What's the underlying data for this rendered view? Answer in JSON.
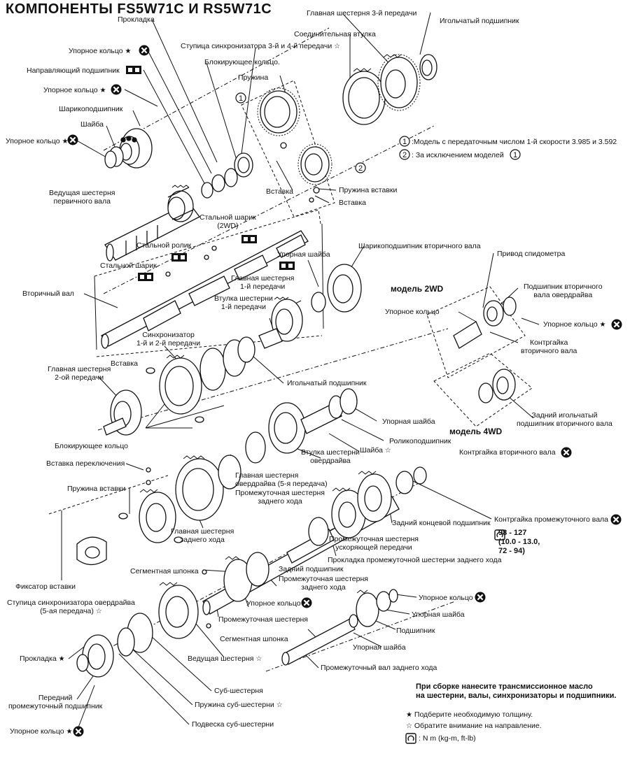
{
  "title": "КОМПОНЕНТЫ FS5W71C И RS5W71C",
  "callouts": {
    "gasket_top": "Прокладка",
    "snap_ring_1": "Упорное кольцо",
    "pilot_bearing": "Направляющий подшипник",
    "snap_ring_2": "Упорное кольцо",
    "ball_bearing": "Шарикоподшипник",
    "washer": "Шайба",
    "snap_ring_3": "Упорное кольцо",
    "main_drive_gear": "Ведущая шестерня\nпервичного вала",
    "steel_ball_2wd": "Стальной шарик\n(2WD)",
    "steel_roller": "Стальной ролик",
    "steel_ball": "Стальной шарик",
    "mainshaft": "Вторичный вал",
    "sync_hub_34": "Ступица синхронизатора 3-й и 4-й передачи",
    "baulk_ring_top": "Блокирующее кольцо.",
    "spring_top": "Пружина",
    "gear_3rd": "Главная шестерня 3-й передачи",
    "coupling_sleeve": "Соединительная втулка",
    "needle_bearing_top": "Игольчатый подшипник",
    "legend_1": ":Модель с передаточным числом 1-й скорости 3.985 и 3.592",
    "legend_2": ": За исключением моделей",
    "insert_top": "Вставка",
    "insert_spring": "Пружина вставки",
    "insert_top2": "Вставка",
    "thrust_washer": "Упорная шайба",
    "ms_ball_bearing": "Шарикоподшипник вторичного вала",
    "gear_1st": "Главная шестерня\n1-й передачи",
    "bushing_1st": "Втулка шестерни\n1-й передачи",
    "model_2wd": "модель 2WD",
    "speedo_drive": "Привод спидометра",
    "od_ms_bearing": "Подшипник вторичного\nвала овердрайва",
    "snap_ring_right": "Упорное кольцо",
    "snap_ring_right2": "Упорное кольцо",
    "ms_locknut": "Контргайка\nвторичного вала",
    "rear_needle": "Задний игольчатый\nподшипник вторичного вала",
    "model_4wd": "модель 4WD",
    "ms_locknut_4wd": "Контргайка вторичного вала",
    "sync_12": "Синхронизатор\n1-й и 2-й передачи",
    "insert_mid": "Вставка",
    "gear_2nd": "Главная шестерня\n2-ой передачи",
    "needle_bearing_mid": "Игольчатый подшипник",
    "thrust_washer_mid": "Упорная шайба",
    "roller_bearing": "Роликоподшипник",
    "washer_mid": "Шайба",
    "od_bushing": "Втулка шестерни\nовердрайва",
    "baulk_ring_mid": "Блокирующее кольцо",
    "shift_insert": "Вставка переключения",
    "insert_spring_mid": "Пружина вставки",
    "od_gear": "Главная шестерня\nовердрайва (5-я передача)",
    "reverse_idler": "Промежуточная шестерня\nзаднего хода",
    "insert_retainer": "Фиксатор вставки",
    "reverse_gear": "Главная шестерня\nзаднего хода",
    "od_sync_hub": "Ступица синхронизатора овердрайва\n(5-ая передача)",
    "counter_locknut": "Контргайка промежуточного вала",
    "rear_end_bearing": "Задний концевой подшипник",
    "od_counter_gear": "Промежуточная шестерня\nускоряющей передачи",
    "rev_idler_spacer": "Прокладка промежуточной шестерни заднего хода",
    "rear_bearing": "Задний подшипник",
    "woodruff_key_1": "Сегментная шпонка",
    "rev_idler_gear": "Промежуточная шестерня\nзаднего хода",
    "snap_ring_mid": "Упорное кольцо",
    "counter_gear": "Промежуточная шестерня",
    "woodruff_key_2": "Сегментная шпонка",
    "snap_ring_br": "Упорное кольцо",
    "thrust_washer_br": "Упорная шайба",
    "bearing_br": "Подшипник",
    "thrust_washer_br2": "Упорная шайба",
    "rev_idler_shaft": "Промежуточный вал заднего хода",
    "drive_gear": "Ведущая шестерня",
    "gasket_bottom": "Прокладка",
    "sub_gear": "Суб-шестерня",
    "front_counter_bearing": "Передний\nпромежуточный подшипник",
    "sub_gear_spring": "Пружина суб-шестерни",
    "snap_ring_bottom": "Упорное кольцо",
    "sub_gear_bracket": "Подвеска суб-шестерни"
  },
  "torque": "98 - 127\n(10.0 - 13.0,\n72 - 94)",
  "note": "При сборке нанесите трансмиссионное масло\nна шестерни, валы, синхронизаторы и подшипники.",
  "legend": {
    "star": "Подберите необходимую толщину.",
    "hollow_star": "Обратите внимание на направление.",
    "torque_unit": ": N m (kg-m, ft-lb)"
  },
  "markers": {
    "one": "1",
    "two": "2",
    "filled_star": "★",
    "hollow_star": "☆"
  },
  "icons": [
    "replace-icon",
    "grease-icon",
    "torque-wrench-icon"
  ]
}
